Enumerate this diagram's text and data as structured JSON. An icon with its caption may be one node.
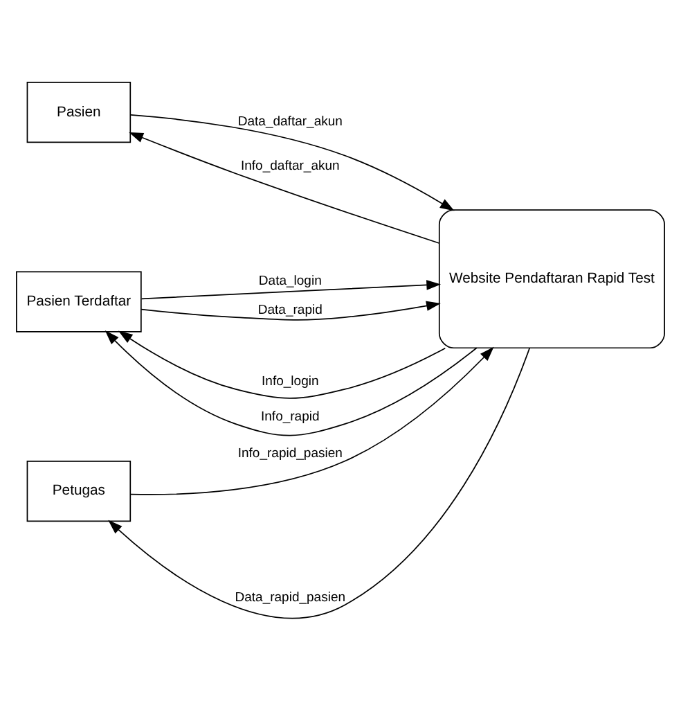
{
  "diagram": {
    "nodes": [
      {
        "text": [
          "Pasien"
        ]
      },
      {
        "text": [
          "Pasien Terdaftar"
        ]
      },
      {
        "text": [
          "Website Pendaftaran Rapid Test"
        ]
      },
      {
        "text": [
          "Petugas"
        ]
      }
    ],
    "edges": [
      {
        "from": 0,
        "to": 2,
        "arrow": "to",
        "label": "Data_daftar_akun"
      },
      {
        "from": 2,
        "to": 0,
        "arrow": "to",
        "label": "Info_daftar_akun"
      },
      {
        "from": 1,
        "to": 2,
        "arrow": "to",
        "label": "Data_login"
      },
      {
        "from": 2,
        "to": 1,
        "arrow": "to",
        "label": "Info_login"
      },
      {
        "from": 1,
        "to": 2,
        "arrow": "to",
        "label": "Data_rapid"
      },
      {
        "from": 2,
        "to": 1,
        "arrow": "to",
        "label": "Info_rapid"
      },
      {
        "from": 2,
        "to": 3,
        "arrow": "to",
        "label": "Data_rapid_pasien"
      },
      {
        "from": 3,
        "to": 2,
        "arrow": "to",
        "label": "Info_rapid_pasien"
      }
    ]
  }
}
